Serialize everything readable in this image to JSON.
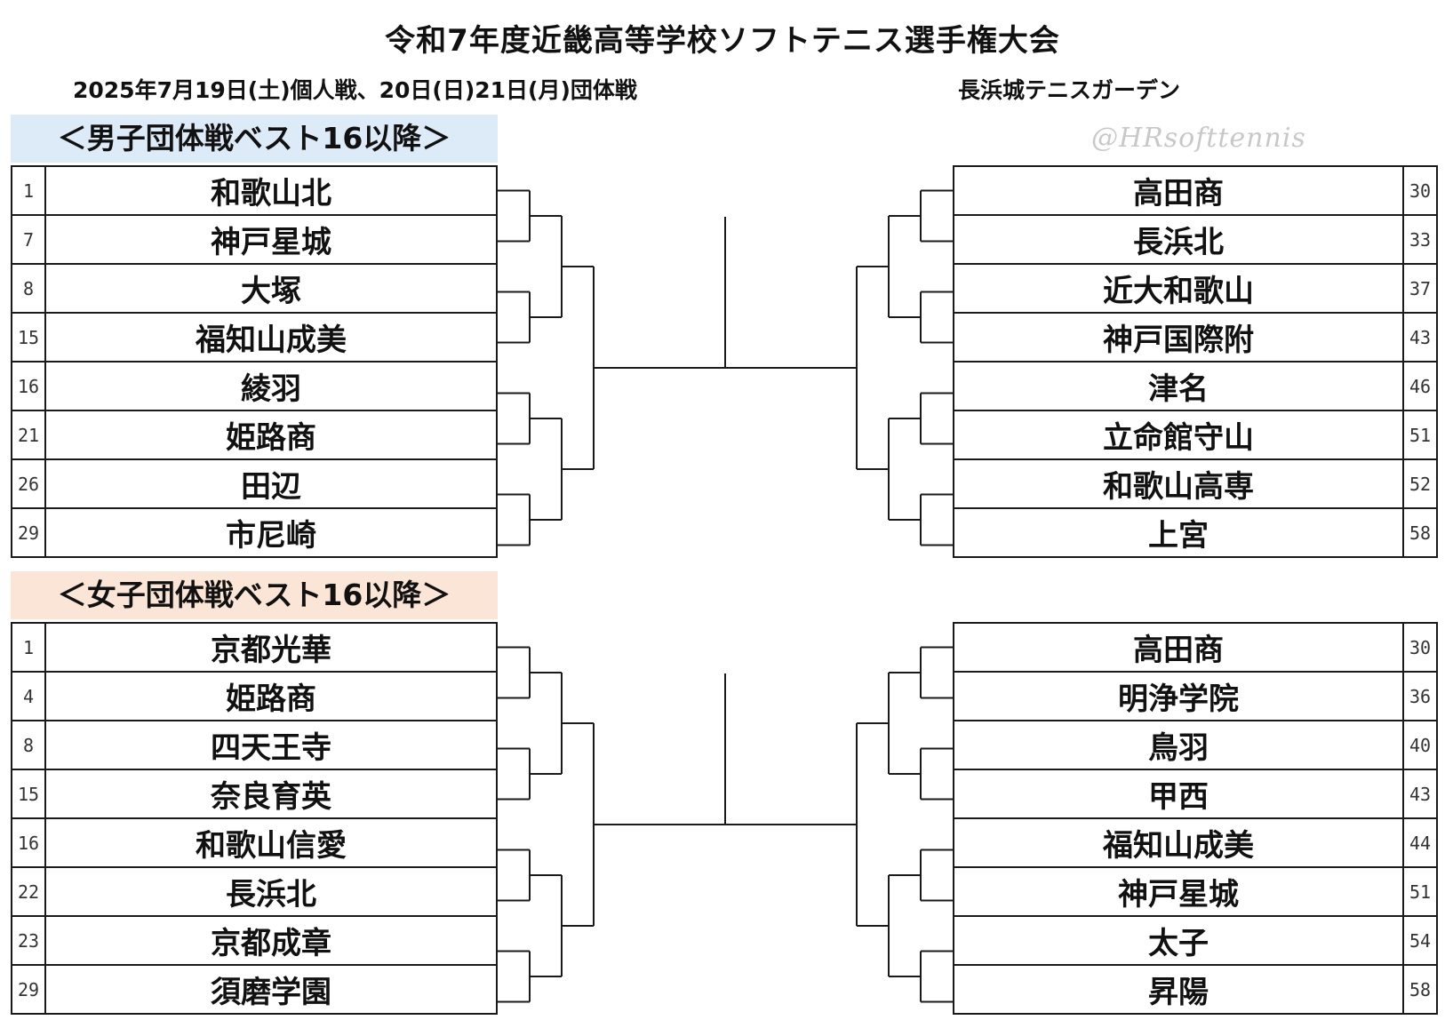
{
  "title": "令和7年度近畿高等学校ソフトテニス選手権大会",
  "date_line": "2025年7月19日(土)個人戦、20日(日)21日(月)団体戦",
  "venue": "長浜城テニスガーデン",
  "watermark": "@HRsofttennis",
  "boys": {
    "header": "＜男子団体戦ベスト16以降＞",
    "left": [
      {
        "seed": "1",
        "name": "和歌山北"
      },
      {
        "seed": "7",
        "name": "神戸星城"
      },
      {
        "seed": "8",
        "name": "大塚"
      },
      {
        "seed": "15",
        "name": "福知山成美"
      },
      {
        "seed": "16",
        "name": "綾羽"
      },
      {
        "seed": "21",
        "name": "姫路商"
      },
      {
        "seed": "26",
        "name": "田辺"
      },
      {
        "seed": "29",
        "name": "市尼崎"
      }
    ],
    "right": [
      {
        "seed": "30",
        "name": "高田商"
      },
      {
        "seed": "33",
        "name": "長浜北"
      },
      {
        "seed": "37",
        "name": "近大和歌山"
      },
      {
        "seed": "43",
        "name": "神戸国際附"
      },
      {
        "seed": "46",
        "name": "津名"
      },
      {
        "seed": "51",
        "name": "立命館守山"
      },
      {
        "seed": "52",
        "name": "和歌山高専"
      },
      {
        "seed": "58",
        "name": "上宮"
      }
    ]
  },
  "girls": {
    "header": "＜女子団体戦ベスト16以降＞",
    "left": [
      {
        "seed": "1",
        "name": "京都光華"
      },
      {
        "seed": "4",
        "name": "姫路商"
      },
      {
        "seed": "8",
        "name": "四天王寺"
      },
      {
        "seed": "15",
        "name": "奈良育英"
      },
      {
        "seed": "16",
        "name": "和歌山信愛"
      },
      {
        "seed": "22",
        "name": "長浜北"
      },
      {
        "seed": "23",
        "name": "京都成章"
      },
      {
        "seed": "29",
        "name": "須磨学園"
      }
    ],
    "right": [
      {
        "seed": "30",
        "name": "高田商"
      },
      {
        "seed": "36",
        "name": "明浄学院"
      },
      {
        "seed": "40",
        "name": "鳥羽"
      },
      {
        "seed": "43",
        "name": "甲西"
      },
      {
        "seed": "44",
        "name": "福知山成美"
      },
      {
        "seed": "51",
        "name": "神戸星城"
      },
      {
        "seed": "54",
        "name": "太子"
      },
      {
        "seed": "58",
        "name": "昇陽"
      }
    ]
  },
  "colors": {
    "boys_header_bg": "#dcebf7",
    "girls_header_bg": "#fbe5d6",
    "line": "#1a1a1a"
  }
}
